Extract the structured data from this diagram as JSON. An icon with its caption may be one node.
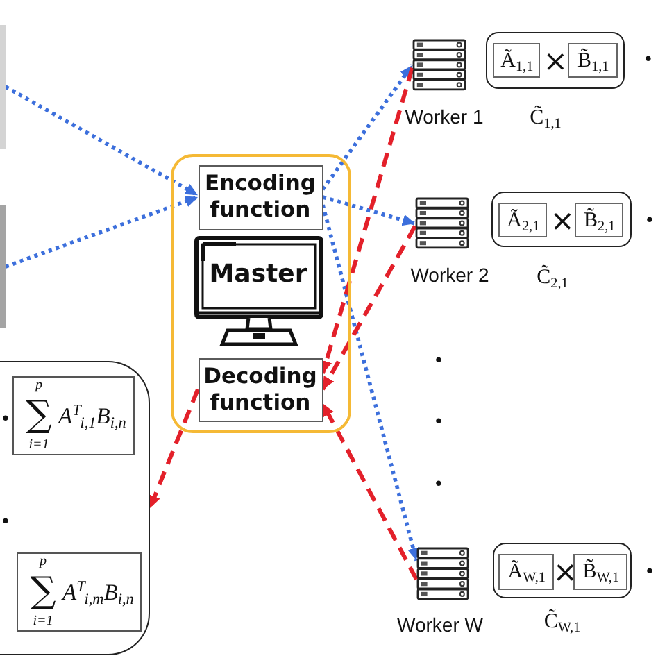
{
  "diagram": {
    "nodes": [
      {
        "text": [],
        "shape": "box"
      },
      {
        "text": [],
        "shape": "box"
      },
      {
        "text": [],
        "shape": "box"
      },
      {
        "text": [
          "Encoding function"
        ],
        "in": 2
      },
      {
        "text": [
          "Master"
        ],
        "in": 2
      },
      {
        "text": [
          "Decoding function"
        ],
        "in": 2
      },
      {
        "text": [],
        "shape": "server",
        "beside": [
          "Worker 1"
        ]
      },
      {
        "text": [
          "×"
        ],
        "beside": [
          "C̃$_{1,1}$"
        ]
      },
      {
        "text": [
          "Ã$_{1,1}$"
        ],
        "in": 7
      },
      {
        "text": [
          "B̃$_{1,1}$"
        ],
        "in": 7
      },
      {
        "text": [],
        "shape": "server",
        "beside": [
          "Worker 2"
        ]
      },
      {
        "text": [
          "×"
        ],
        "beside": [
          "C̃$_{2,1}$"
        ]
      },
      {
        "text": [
          "Ã$_{2,1}$"
        ],
        "in": 11
      },
      {
        "text": [
          "B̃$_{2,1}$"
        ],
        "in": 11
      },
      {
        "text": [
          "•",
          "•"
        ]
      },
      {
        "text": [
          "p",
          "∑",
          "i=1",
          "A$^{T}$$_{i,1}$B$_{i,n}$"
        ],
        "in": 14
      },
      {
        "text": [
          "p",
          "∑",
          "i=1",
          "A$^{T}$$_{i,m}$B$_{i,n}$"
        ],
        "in": 14
      },
      {
        "text": [],
        "shape": "server",
        "beside": [
          "Worker W"
        ]
      },
      {
        "text": [
          "×"
        ],
        "beside": [
          "C̃$_{W,1}$"
        ]
      },
      {
        "text": [
          "Ã$_{W,1}$"
        ],
        "in": 18
      },
      {
        "text": [
          "B̃$_{W,1}$"
        ],
        "in": 18
      }
    ],
    "edges": [
      {
        "from": 0,
        "to": 3,
        "arrow": "to"
      },
      {
        "from": 1,
        "to": 3,
        "arrow": "to"
      },
      {
        "from": 3,
        "to": 6,
        "arrow": "to"
      },
      {
        "from": 3,
        "to": 10,
        "arrow": "to"
      },
      {
        "from": 3,
        "to": 17,
        "arrow": "to"
      },
      {
        "from": 6,
        "to": 5,
        "arrow": "to",
        "style": "dashed",
        "color": "#e3202a"
      },
      {
        "from": 10,
        "to": 5,
        "arrow": "to",
        "style": "dashed",
        "color": "#e3202a"
      },
      {
        "from": 17,
        "to": 5,
        "arrow": "to",
        "style": "dashed",
        "color": "#e3202a"
      },
      {
        "from": 5,
        "to": 14,
        "arrow": "to",
        "style": "dashed",
        "color": "#e3202a"
      }
    ],
    "labels": [
      "•",
      "•",
      "•",
      "•",
      "•",
      "•"
    ]
  }
}
